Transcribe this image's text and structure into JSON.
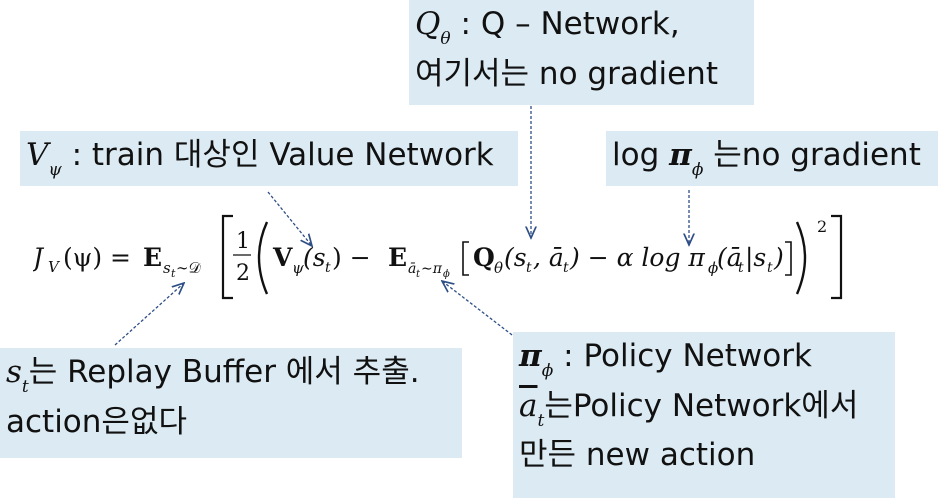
{
  "boxes": {
    "q_network": {
      "symbol": "Q",
      "symbol_sub": "θ",
      "line1_text": ": Q – Network,",
      "line2": "여기서는 no gradient"
    },
    "v_network": {
      "symbol": "V",
      "symbol_sub": "ψ",
      "text": ": train 대상인 Value Network"
    },
    "log_pi": {
      "prefix": "log ",
      "symbol": "π",
      "symbol_sub": "ϕ",
      "text": " 는no gradient"
    },
    "replay": {
      "symbol": "s",
      "symbol_sub": "t",
      "line1_text": "는 Replay Buffer 에서 추출.",
      "line2": "action은없다"
    },
    "policy": {
      "symbol": "π",
      "symbol_sub": "ϕ",
      "line1_text": ": Policy Network",
      "line2_symbol": "a",
      "line2_sub": "t",
      "line2_text": "는Policy Network에서",
      "line3": "만든 new action"
    }
  },
  "formula": {
    "lhs": "J",
    "lhs_sub": "V",
    "lhs_arg": "(ψ) =",
    "E": "E",
    "E_sub": "s",
    "E_sub_t": "t",
    "E_sub_rest": "∼𝒟",
    "frac_num": "1",
    "frac_den": "2",
    "V": "V",
    "V_sub": "ψ",
    "V_arg": "(s",
    "V_arg_t": "t",
    "V_arg_close": ") −",
    "E2": "E",
    "E2_sub": "ā",
    "E2_sub_t": "t",
    "E2_sub_rest": "∼π",
    "E2_sub_phi": "ϕ",
    "Q": "Q",
    "Q_sub": "θ",
    "Q_arg": "(s",
    "Q_arg_t": "t",
    "Q_arg_mid": ", ā",
    "Q_arg_t2": "t",
    "Q_arg_close": ") − α log π",
    "pi_sub": "ϕ",
    "pi_arg": "(ā",
    "pi_arg_t": "t",
    "pi_arg_mid": "|s",
    "pi_arg_t2": "t",
    "pi_arg_close": ")",
    "power": "2"
  }
}
